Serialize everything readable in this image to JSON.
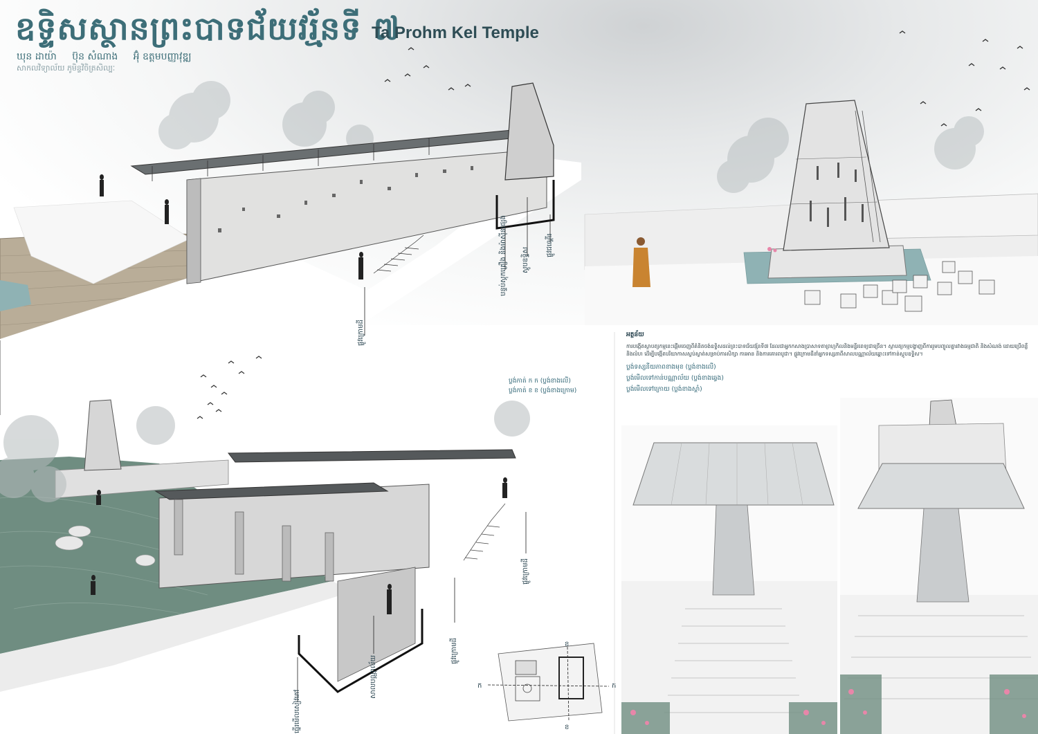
{
  "header": {
    "title_kh": "ឧទ្ទិសស្ថានព្រះបាទជ័យវរ្ម័នទី ៧",
    "title_en": "Ta Prohm Kel Temple",
    "authors": [
      "ឃុន ដាយ៉ា",
      "ប៊ុន សំណាង",
      "អ៊ុំ ឧត្តមបញ្ញាវុឌ្ឍ"
    ],
    "affiliation": "សាកលវិទ្យាល័យ ភូមិន្ទវិចិត្រសិល្បៈ"
  },
  "section_top": {
    "labels": {
      "underground_path": "ផ្លូវក្រោមដី",
      "stupa": "ស្តូបឧទ្ទិស",
      "stair": "ផ្លូវជណ្តើរ",
      "storage": "បន្ទប់ស្តុកគ្រឿង និងម៉ាស៊ីនផ្សេង"
    }
  },
  "section_bottom": {
    "labels": {
      "underground_path_1": "ផ្លូវក្រោមដី",
      "underground_path_2": "ផ្លូវក្រោមដី",
      "library_hall": "សាលបណ្ណាល័យ",
      "bookshelf": "ធ្នើរមើលសៀវភៅ"
    },
    "section_refs": [
      "ប្លង់កាត់ ក ក (ប្លង់ខាងលើ)",
      "ប្លង់កាត់ ខ ខ (ប្លង់ខាងក្រោម)"
    ]
  },
  "key_plan": {
    "mark_a": "ក",
    "mark_b": "ខ"
  },
  "description": {
    "heading": "អត្ថន័យ",
    "paragraph": "ការបង្កើតស្ថាបត្យកម្មនេះផ្តើមចេញពីគំនិតចង់ឧទ្ទិសដល់ព្រះបាទជ័យវរ្ម័នទី៧ ដែលជាអ្នកកសាងប្រាសាទតាព្រហ្មកិលនិងមន្ទីរពេទ្យជាច្រើន។ ស្ថាបត្យកម្មបង្ហាញពីការរួមបញ្ចូលគ្នារវាងធម្មជាតិ និងសំណង់ ដោយប្រើពន្លឺ និងលំហ ដើម្បីបង្កើតបរិយាកាសស្ងប់ស្ងាត់សម្រាប់ការសិក្សា ការអាន និងការគោរពបូជា។ ផ្លូវក្រោមដីនាំអ្នកទស្សនាពីសាលបណ្ណាល័យឆ្ពោះទៅកាន់ស្តូបឧទ្ទិស។",
    "view_links": [
      "ប្លង់ទស្សនីយភាពខាងមុខ (ប្លង់ខាងលើ)",
      "ប្លង់មើលទៅកាន់បណ្ណាល័យ (ប្លង់ខាងឆ្វេង)",
      "ប្លង់មើលទៅក្រោយ (ប្លង់ខាងស្តាំ)"
    ]
  },
  "colors": {
    "title": "#3d6e78",
    "grass": "#6f8d81",
    "deck": "#b9ad98",
    "water": "#8fb2b4",
    "monk_robe": "#c98431",
    "ink": "#1f3b47"
  },
  "icons": [
    "bird-icon",
    "person-icon",
    "tree-icon",
    "stupa-icon",
    "lotus-icon"
  ]
}
